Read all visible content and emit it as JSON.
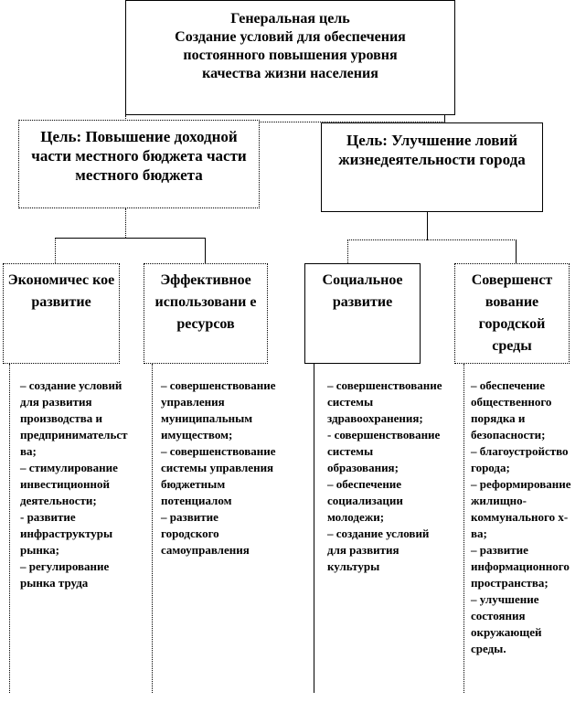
{
  "general_goal": {
    "title": "Генеральная цель",
    "text": "Создание условий для обеспечения постоянного повышения уровня качества жизни населения"
  },
  "goals": [
    {
      "text": "Цель: Повышение доходной части местного бюджета части местного бюджета"
    },
    {
      "text": "Цель: Улучшение ловий жизнедеятельности города"
    }
  ],
  "directions": [
    {
      "title": "Экономичес кое развитие",
      "items": [
        "– создание условий для развития производства и предпринимательства;",
        "– стимулирование инвестиционной деятельности;",
        "- развитие инфраструктуры рынка;",
        "– регулирование рынка труда"
      ]
    },
    {
      "title": "Эффективное использовани е ресурсов",
      "items": [
        "– совершенствование управления муниципальным имуществом;",
        "– совершенствование системы управления бюджетным потенциалом",
        "– развитие городского самоуправления"
      ]
    },
    {
      "title": "Социальное развитие",
      "items": [
        "– совершенствование системы здравоохранения;",
        "- совершенствование системы образования;",
        "– обеспечение социализации молодежи;",
        "– создание условий для развития культуры"
      ]
    },
    {
      "title": "Совершенст вование городской среды",
      "items": [
        "– обеспечение общественного порядка и безопасности;",
        "– благоустройство города;",
        "– реформирование жилищно-коммунального х-ва;",
        "– развитие информационного пространства;",
        "– улучшение состояния окружающей среды."
      ]
    }
  ]
}
